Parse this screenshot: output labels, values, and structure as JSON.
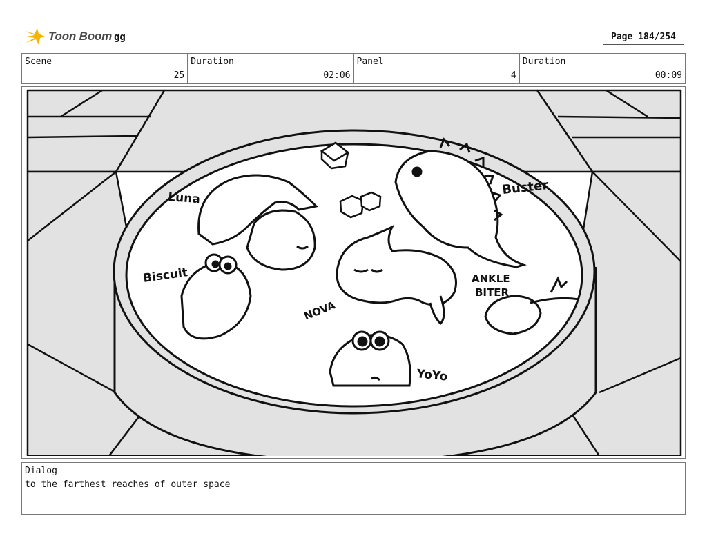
{
  "header": {
    "logo_text": "Toon Boom",
    "project_name": "gg",
    "page_label": "Page 184/254"
  },
  "info": {
    "scene_label": "Scene",
    "scene_value": "25",
    "duration_label": "Duration",
    "duration_value": "02:06",
    "panel_label": "Panel",
    "panel_value": "4",
    "panel_duration_label": "Duration",
    "panel_duration_value": "00:09"
  },
  "sketch": {
    "labels": {
      "luna": "Luna",
      "buster": "Buster",
      "biscuit": "Biscuit",
      "nova": "NOVA",
      "ankle": "ANKLE",
      "biter": "BITER",
      "yoyo": "YoYo"
    }
  },
  "dialog": {
    "label": "Dialog",
    "text": "to the farthest reaches of outer space"
  }
}
